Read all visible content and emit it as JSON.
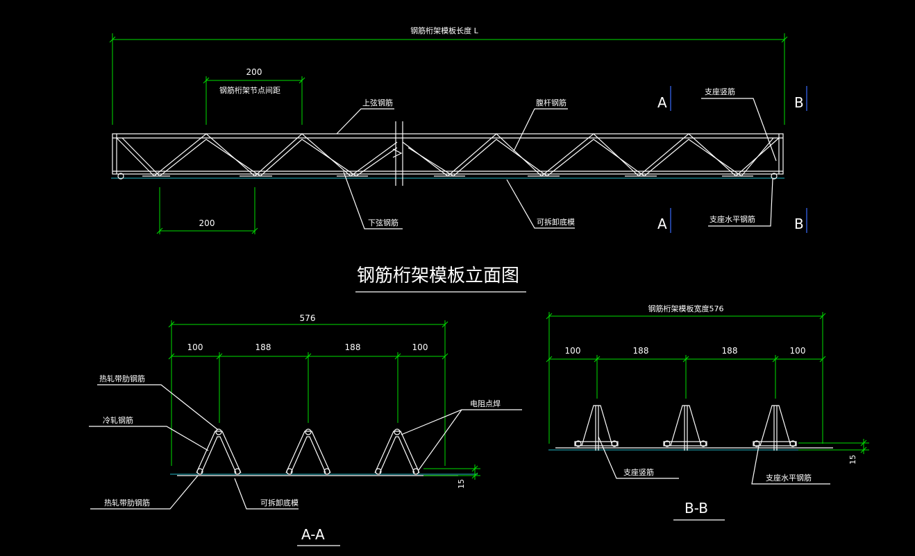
{
  "elevation": {
    "length_label": "钢筋桁架模板长度 L",
    "node_dim": "200",
    "node_label": "钢筋桁架节点间距",
    "bottom_dim": "200",
    "top_chord": "上弦钢筋",
    "web": "腹杆钢筋",
    "support_vertical": "支座竖筋",
    "bottom_chord": "下弦钢筋",
    "removable_form": "可拆卸底模",
    "support_horizontal": "支座水平钢筋",
    "marker_a_top": "A",
    "marker_a_bottom": "A",
    "marker_b_top": "B",
    "marker_b_bottom": "B",
    "title": "钢筋桁架模板立面图"
  },
  "section_a": {
    "total": "576",
    "d1": "100",
    "d2": "188",
    "d3": "188",
    "d4": "100",
    "hot_rolled_ribbed": "热轧带肋钢筋",
    "cold_rolled": "冷轧钢筋",
    "spot_weld": "电阻点焊",
    "hot_rolled_ribbed_bottom": "热轧带肋钢筋",
    "removable_form": "可拆卸底模",
    "dim_15": "15",
    "title": "A-A"
  },
  "section_b": {
    "total_label": "钢筋桁架模板宽度576",
    "d1": "100",
    "d2": "188",
    "d3": "188",
    "d4": "100",
    "support_vertical": "支座竖筋",
    "support_horizontal": "支座水平钢筋",
    "dim_15": "15",
    "title": "B-B"
  }
}
